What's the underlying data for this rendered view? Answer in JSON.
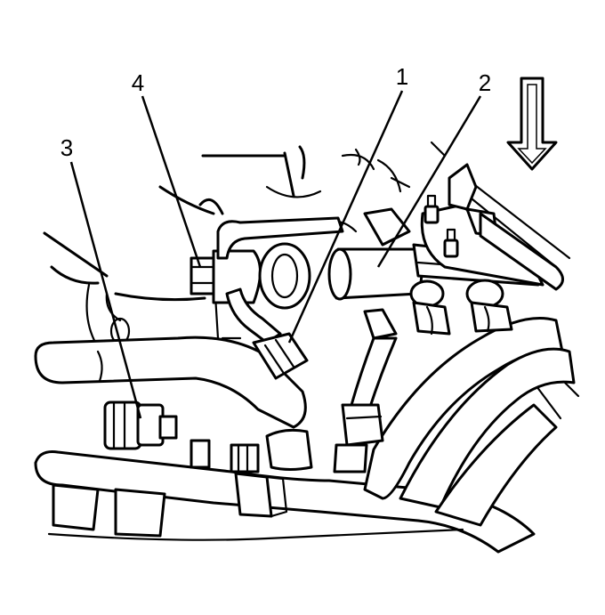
{
  "callouts": [
    {
      "id": "1",
      "label": "1"
    },
    {
      "id": "2",
      "label": "2"
    },
    {
      "id": "3",
      "label": "3"
    },
    {
      "id": "4",
      "label": "4"
    }
  ],
  "icons": {
    "direction_arrow": "down-arrow-icon"
  },
  "colors": {
    "ink": "#000000",
    "paper": "#ffffff"
  }
}
